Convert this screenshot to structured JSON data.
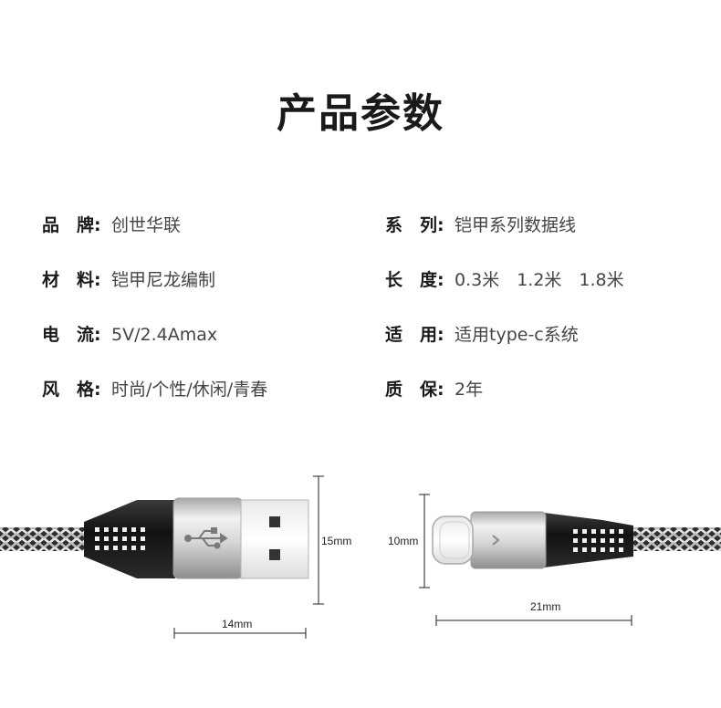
{
  "title": "产品参数",
  "specs": {
    "left": [
      {
        "label": "品　牌:",
        "value": "创世华联"
      },
      {
        "label": "材　料:",
        "value": "铠甲尼龙编制"
      },
      {
        "label": "电　流:",
        "value": "5V/2.4Amax"
      },
      {
        "label": "风　格:",
        "value": "时尚/个性/休闲/青春"
      }
    ],
    "right": [
      {
        "label": "系　列:",
        "value": "铠甲系列数据线"
      },
      {
        "label": "长　度:",
        "value": "0.3米　1.2米　1.8米"
      },
      {
        "label": "适　用:",
        "value": "适用type-c系统"
      },
      {
        "label": "质　保:",
        "value": "2年"
      }
    ]
  },
  "dimensions": {
    "usb_height": "15mm",
    "usb_width": "14mm",
    "typec_height": "10mm",
    "typec_width": "21mm"
  },
  "colors": {
    "housing": "#c9c9c9",
    "boot": "#1a1a1a",
    "braid_light": "#e8e8e8",
    "braid_dark": "#3a3a3a"
  }
}
